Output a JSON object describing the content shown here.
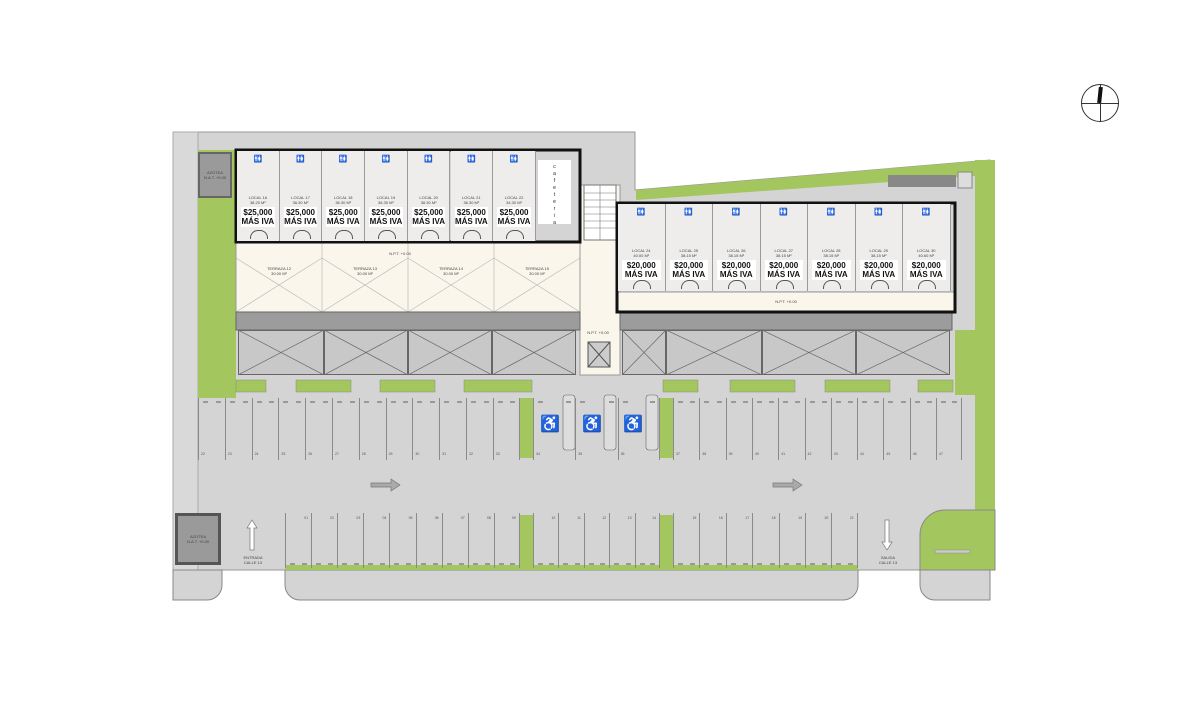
{
  "north_arrow": {
    "icon": "compass-north-icon"
  },
  "azotea_top": {
    "line1": "AZOTEA",
    "line2": "N.A.T. +0.00"
  },
  "azotea_bottom": {
    "line1": "AZOTEA",
    "line2": "N.A.T. +0.00"
  },
  "shops_left": [
    {
      "name": "LOCAL 16",
      "area": "38.20 M²",
      "price": "$25,000",
      "tax": "MÁS IVA"
    },
    {
      "name": "LOCAL 17",
      "area": "36.30 M²",
      "price": "$25,000",
      "tax": "MÁS IVA"
    },
    {
      "name": "LOCAL 18",
      "area": "36.30 M²",
      "price": "$25,000",
      "tax": "MÁS IVA"
    },
    {
      "name": "LOCAL 19",
      "area": "36.30 M²",
      "price": "$25,000",
      "tax": "MÁS IVA"
    },
    {
      "name": "LOCAL 20",
      "area": "36.30 M²",
      "price": "$25,000",
      "tax": "MÁS IVA"
    },
    {
      "name": "LOCAL 21",
      "area": "36.30 M²",
      "price": "$25,000",
      "tax": "MÁS IVA"
    },
    {
      "name": "LOCAL 22",
      "area": "34.30 M²",
      "price": "$25,000",
      "tax": "MÁS IVA"
    }
  ],
  "cafeteria": "cafeteria",
  "shops_right": [
    {
      "name": "LOCAL 24",
      "area": "40.00 M²",
      "price": "$20,000",
      "tax": "MÁS IVA"
    },
    {
      "name": "LOCAL 25",
      "area": "38.15 M²",
      "price": "$20,000",
      "tax": "MÁS IVA"
    },
    {
      "name": "LOCAL 26",
      "area": "38.15 M²",
      "price": "$20,000",
      "tax": "MÁS IVA"
    },
    {
      "name": "LOCAL 27",
      "area": "38.15 M²",
      "price": "$20,000",
      "tax": "MÁS IVA"
    },
    {
      "name": "LOCAL 28",
      "area": "38.15 M²",
      "price": "$20,000",
      "tax": "MÁS IVA"
    },
    {
      "name": "LOCAL 29",
      "area": "38.15 M²",
      "price": "$20,000",
      "tax": "MÁS IVA"
    },
    {
      "name": "LOCAL 30",
      "area": "40.60 M²",
      "price": "$20,000",
      "tax": "MÁS IVA"
    }
  ],
  "terraces": [
    {
      "name": "TERRAZA 12",
      "area": "30.00 M²"
    },
    {
      "name": "TERRAZA 13",
      "area": "30.00 M²"
    },
    {
      "name": "TERRAZA 14",
      "area": "30.00 M²"
    },
    {
      "name": "TERRAZA 15",
      "area": "30.00 M²"
    }
  ],
  "npt_left": "N.P.T. +0.00",
  "npt_center": "N.P.T. +0.00",
  "npt_right": "N.P.T. +0.00",
  "parking": {
    "top_left": [
      "22",
      "23",
      "24",
      "25",
      "26",
      "27",
      "28",
      "29",
      "30",
      "31",
      "32",
      "33"
    ],
    "accessible": [
      "34",
      "35",
      "36"
    ],
    "top_right": [
      "37",
      "38",
      "39",
      "40",
      "41",
      "42",
      "43",
      "44",
      "45",
      "46",
      "47"
    ],
    "bottom_left": [
      "01",
      "02",
      "03",
      "04",
      "05",
      "06",
      "07",
      "08",
      "09"
    ],
    "bottom_center": [
      "10",
      "11",
      "12",
      "13",
      "14"
    ],
    "bottom_right": [
      "15",
      "16",
      "17",
      "18",
      "19",
      "20",
      "21"
    ]
  },
  "entrance": {
    "line1": "ENTRADA",
    "line2": "CALLE 13"
  },
  "exit": {
    "line1": "SALIDA",
    "line2": "CALLE 13"
  },
  "colors": {
    "green": "#a3c75e",
    "pavement": "#d4d4d4",
    "terrace": "#fbf6ec",
    "shop": "#efedeb"
  }
}
